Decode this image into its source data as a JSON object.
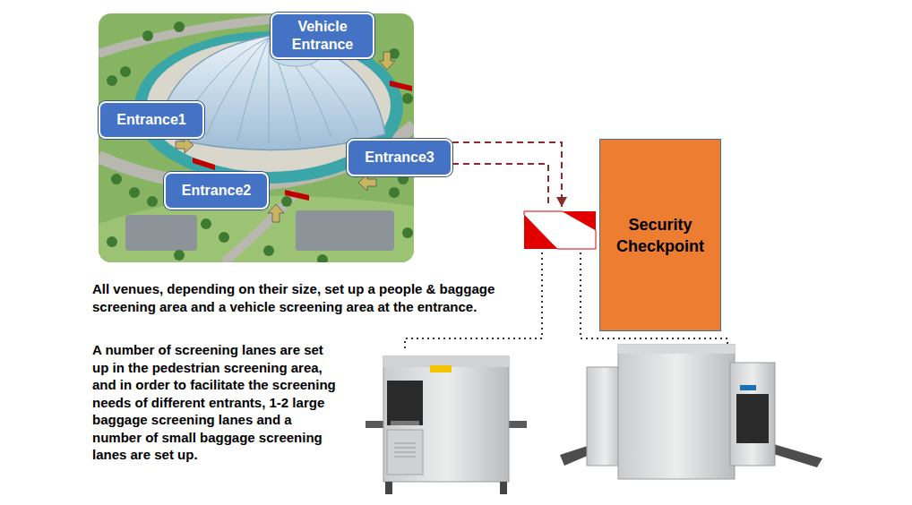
{
  "diagram": {
    "nodes": [
      {
        "text": [
          "Vehicle Entrance"
        ]
      },
      {
        "text": [
          "Entrance1"
        ]
      },
      {
        "text": [
          "Entrance2"
        ]
      },
      {
        "text": [
          "Entrance3"
        ]
      },
      {
        "text": [
          "Security Checkpoint"
        ]
      }
    ],
    "edges": [
      {
        "from": 3,
        "to": 4,
        "arrow": "to"
      }
    ],
    "labels": [
      "All venues, depending on their size, set up a people & baggage screening area and a vehicle screening area at the entrance.",
      "A number of screening lanes are set up in the pedestrian screening area, and in order to facilitate the screening needs of different entrants, 1-2 large baggage screening lanes and a number of small baggage screening lanes are set up."
    ]
  }
}
